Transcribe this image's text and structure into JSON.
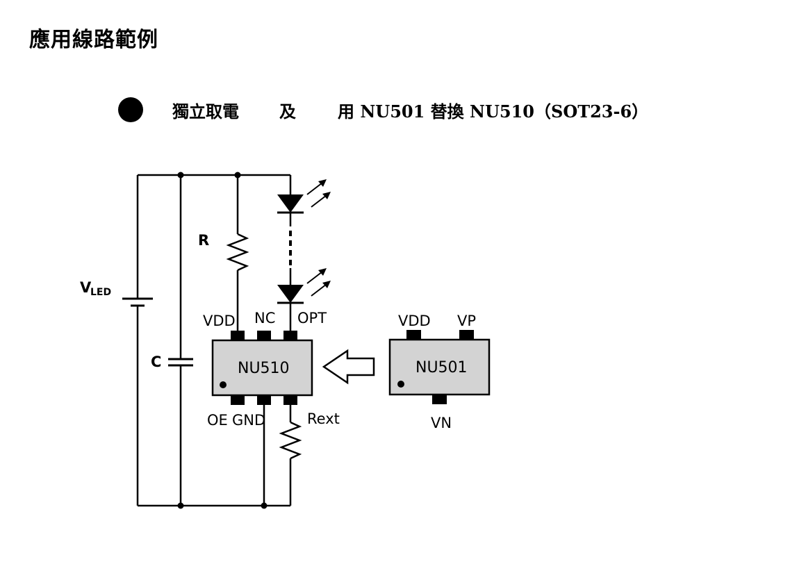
{
  "title": "應用線路範例",
  "subtitle": {
    "part1": "獨立取電",
    "part2": "及",
    "part3": "用 NU501 替換 NU510（SOT23-6）"
  },
  "circuit": {
    "vled_main": "V",
    "vled_sub": "LED",
    "capacitor": "C",
    "resistor": "R",
    "rext": "Rext",
    "nu510": {
      "name": "NU510",
      "pin_vdd": "VDD",
      "pin_nc": "NC",
      "pin_opt": "OPT",
      "pin_oe": "OE",
      "pin_gnd": "GND"
    },
    "nu501": {
      "name": "NU501",
      "pin_vdd": "VDD",
      "pin_vp": "VP",
      "pin_vn": "VN"
    }
  },
  "colors": {
    "chip_fill": "#d3d3d3",
    "line": "#000000"
  }
}
